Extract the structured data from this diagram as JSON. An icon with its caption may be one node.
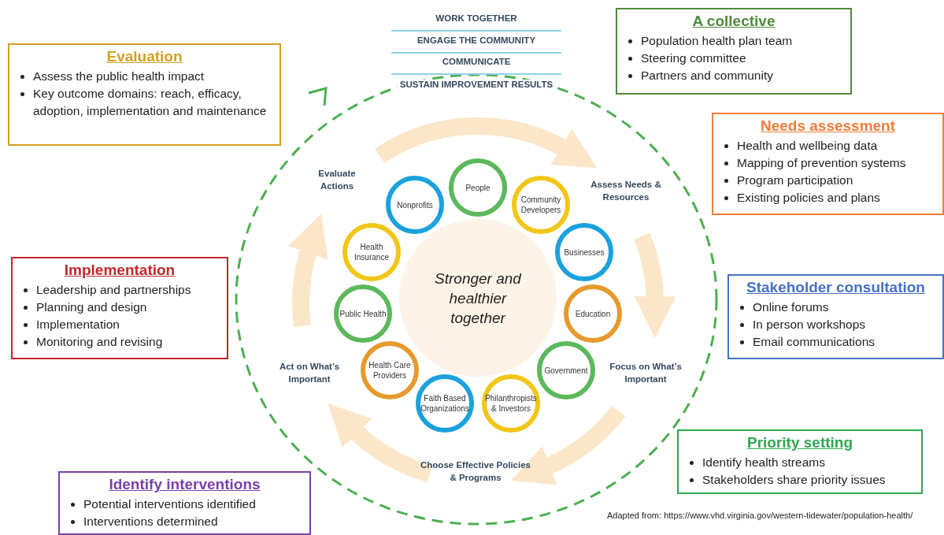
{
  "diagram": {
    "nodes": [
      {
        "text": [
          "Evaluation",
          "Assess the public health impact",
          "Key outcome domains: reach, efficacy, adoption, implementation and maintenance"
        ]
      },
      {
        "text": [
          "A collective",
          "Population health plan team",
          "Steering committee",
          "Partners and community"
        ]
      },
      {
        "text": [
          "Needs assessment",
          "Health and wellbeing data",
          "Mapping of prevention systems",
          "Program participation",
          "Existing policies and plans"
        ]
      },
      {
        "text": [
          "Implementation",
          "Leadership and partnerships",
          "Planning and design",
          "Implementation",
          "Monitoring and revising"
        ]
      },
      {
        "text": [
          "Stakeholder consultation",
          "Online forums",
          "In person workshops",
          "Email communications"
        ]
      },
      {
        "text": [
          "Priority setting",
          "Identify health streams",
          "Stakeholders share priority issues"
        ]
      },
      {
        "text": [
          "Identify interventions",
          "Potential interventions identified",
          "Interventions determined"
        ]
      },
      {
        "text": [
          "Evaluate Actions"
        ]
      },
      {
        "text": [
          "Assess Needs & Resources"
        ]
      },
      {
        "text": [
          "Focus on What’s Important"
        ]
      },
      {
        "text": [
          "Choose Effective Policies & Programs"
        ]
      },
      {
        "text": [
          "Act on What’s Important"
        ]
      },
      {
        "text": [
          "Stronger and healthier together"
        ]
      },
      {
        "text": [
          "People"
        ]
      },
      {
        "text": [
          "Community Developers"
        ]
      },
      {
        "text": [
          "Businesses"
        ]
      },
      {
        "text": [
          "Education"
        ]
      },
      {
        "text": [
          "Government"
        ]
      },
      {
        "text": [
          "Philanthropists & Investors"
        ]
      },
      {
        "text": [
          "Faith Based Organizations"
        ]
      },
      {
        "text": [
          "Health Care Providers"
        ]
      },
      {
        "text": [
          "Public Health"
        ]
      },
      {
        "text": [
          "Health Insurance"
        ]
      },
      {
        "text": [
          "Nonprofits"
        ]
      }
    ],
    "edges": [
      {
        "from": 7,
        "to": 8,
        "arrow": "to"
      },
      {
        "from": 8,
        "to": 9,
        "arrow": "to"
      },
      {
        "from": 9,
        "to": 10,
        "arrow": "to"
      },
      {
        "from": 10,
        "to": 11,
        "arrow": "to"
      },
      {
        "from": 11,
        "to": 7,
        "arrow": "to"
      }
    ],
    "labels": [
      "WORK TOGETHER",
      "ENGAGE THE COMMUNITY",
      "COMMUNICATE",
      "SUSTAIN IMPROVEMENT RESULTS",
      "Adapted from: https://www.vhd.virginia.gov/western-tidewater/population-health/"
    ]
  }
}
